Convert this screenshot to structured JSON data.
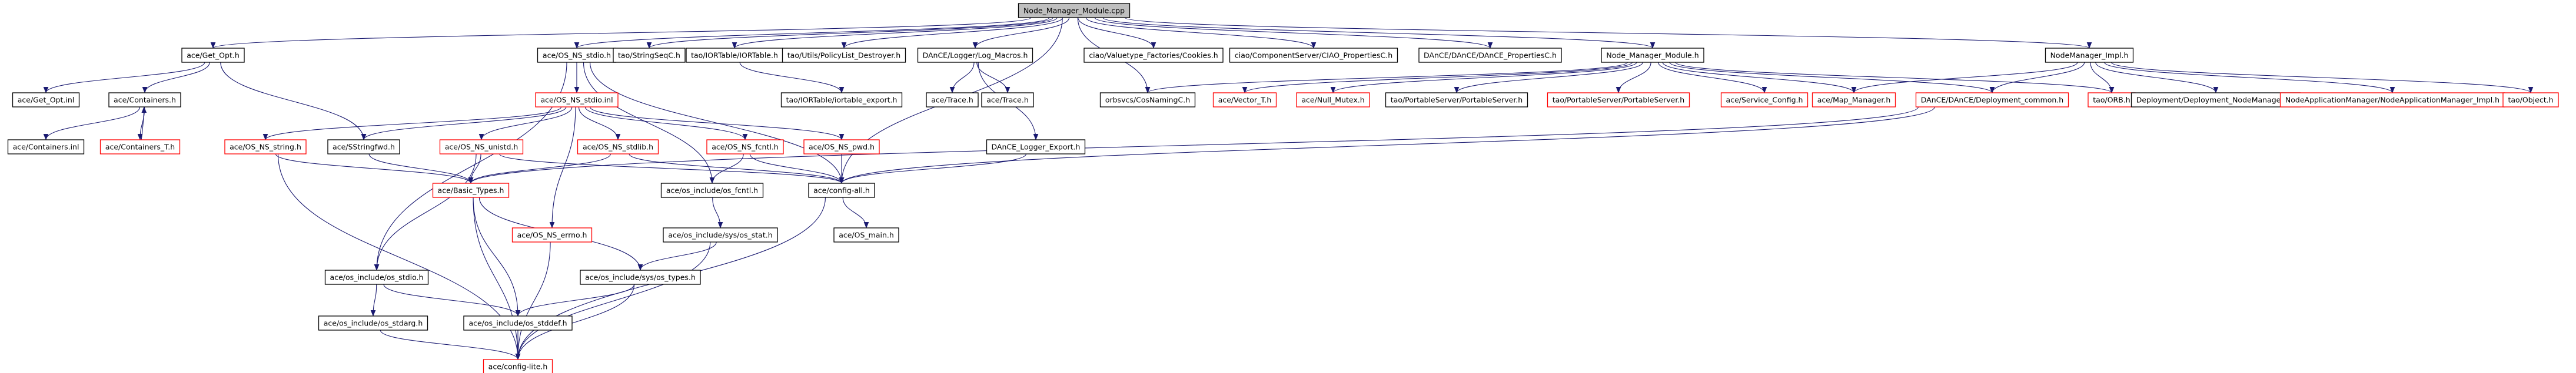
{
  "colors": {
    "root_fill": "#bfbfbf",
    "node_fill": "#ffffff",
    "normal_border": "#000000",
    "truncated_border": "#ff0000",
    "edge": "#191970"
  },
  "root": {
    "id": "root",
    "label": "Node_Manager_Module.cpp"
  },
  "nodes": [
    {
      "id": "get_opt_h",
      "label": "ace/Get_Opt.h"
    },
    {
      "id": "get_opt_inl",
      "label": "ace/Get_Opt.inl"
    },
    {
      "id": "containers_h",
      "label": "ace/Containers.h"
    },
    {
      "id": "containers_inl",
      "label": "ace/Containers.inl"
    },
    {
      "id": "containers_t_h",
      "label": "ace/Containers_T.h",
      "truncated": true
    },
    {
      "id": "os_ns_stdio_h",
      "label": "ace/OS_NS_stdio.h"
    },
    {
      "id": "os_ns_stdio_inl",
      "label": "ace/OS_NS_stdio.inl",
      "truncated": true
    },
    {
      "id": "os_ns_string_h",
      "label": "ace/OS_NS_string.h",
      "truncated": true
    },
    {
      "id": "sstringfwd_h",
      "label": "ace/SStringfwd.h"
    },
    {
      "id": "os_ns_unistd_h",
      "label": "ace/OS_NS_unistd.h",
      "truncated": true
    },
    {
      "id": "os_ns_stdlib_h",
      "label": "ace/OS_NS_stdlib.h",
      "truncated": true
    },
    {
      "id": "os_ns_fcntl_h",
      "label": "ace/OS_NS_fcntl.h",
      "truncated": true
    },
    {
      "id": "os_ns_pwd_h",
      "label": "ace/OS_NS_pwd.h",
      "truncated": true
    },
    {
      "id": "basic_types_h",
      "label": "ace/Basic_Types.h",
      "truncated": true
    },
    {
      "id": "os_include_fcntl_h",
      "label": "ace/os_include/os_fcntl.h"
    },
    {
      "id": "config_all_h",
      "label": "ace/config-all.h"
    },
    {
      "id": "os_ns_errno_h",
      "label": "ace/OS_NS_errno.h",
      "truncated": true
    },
    {
      "id": "os_include_sys_stat_h",
      "label": "ace/os_include/sys/os_stat.h"
    },
    {
      "id": "os_main_h",
      "label": "ace/OS_main.h"
    },
    {
      "id": "os_include_stdio_h",
      "label": "ace/os_include/os_stdio.h"
    },
    {
      "id": "os_include_sys_types_h",
      "label": "ace/os_include/sys/os_types.h"
    },
    {
      "id": "os_include_stdarg_h",
      "label": "ace/os_include/os_stdarg.h"
    },
    {
      "id": "os_include_stddef_h",
      "label": "ace/os_include/os_stddef.h"
    },
    {
      "id": "config_lite_h",
      "label": "ace/config-lite.h",
      "truncated": true
    },
    {
      "id": "stringseqc_h",
      "label": "tao/StringSeqC.h"
    },
    {
      "id": "iortable_h",
      "label": "tao/IORTable/IORTable.h"
    },
    {
      "id": "iortable_export_h",
      "label": "tao/IORTable/iortable_export.h"
    },
    {
      "id": "policylist_destroyer_h",
      "label": "tao/Utils/PolicyList_Destroyer.h"
    },
    {
      "id": "log_macros_h",
      "label": "DAnCE/Logger/Log_Macros.h"
    },
    {
      "id": "ace_trace_h",
      "label": "ace/Trace.h"
    },
    {
      "id": "dance_trace_h",
      "label": "ace/Trace.h"
    },
    {
      "id": "dance_logger_export_h",
      "label": "DAnCE_Logger_Export.h"
    },
    {
      "id": "cookies_h",
      "label": "ciao/Valuetype_Factories/Cookies.h"
    },
    {
      "id": "ciao_propertiesc_h",
      "label": "ciao/ComponentServer/CIAO_PropertiesC.h"
    },
    {
      "id": "dance_propertiesc_h",
      "label": "DAnCE/DAnCE/DAnCE_PropertiesC.h"
    },
    {
      "id": "node_manager_module_h",
      "label": "Node_Manager_Module.h"
    },
    {
      "id": "cosnamingc_h",
      "label": "orbsvcs/CosNamingC.h"
    },
    {
      "id": "vector_t_h",
      "label": "ace/Vector_T.h",
      "truncated": true
    },
    {
      "id": "null_mutex_h",
      "label": "ace/Null_Mutex.h",
      "truncated": true
    },
    {
      "id": "portableserver_h",
      "label": "tao/PortableServer/PortableServer.h"
    },
    {
      "id": "portableserver_h_2",
      "label": "tao/PortableServer/PortableServer.h",
      "truncated": true
    },
    {
      "id": "service_config_h",
      "label": "ace/Service_Config.h",
      "truncated": true
    },
    {
      "id": "map_manager_h",
      "label": "ace/Map_Manager.h",
      "truncated": true
    },
    {
      "id": "deployment_common_h",
      "label": "DAnCE/DAnCE/Deployment_common.h",
      "truncated": true
    },
    {
      "id": "orb_h",
      "label": "tao/ORB.h",
      "truncated": true
    },
    {
      "id": "nodemanager_impl_h",
      "label": "NodeManager_Impl.h"
    },
    {
      "id": "deployment_nodemanagers_h",
      "label": "Deployment/Deployment_NodeManagerS.h"
    },
    {
      "id": "nodeappmgr_impl_h",
      "label": "NodeApplicationManager/NodeApplicationManager_Impl.h",
      "truncated": true
    },
    {
      "id": "object_h",
      "label": "tao/Object.h",
      "truncated": true
    }
  ],
  "edges": [
    [
      "root",
      "get_opt_h"
    ],
    [
      "root",
      "os_ns_stdio_h"
    ],
    [
      "root",
      "stringseqc_h"
    ],
    [
      "root",
      "iortable_h"
    ],
    [
      "root",
      "policylist_destroyer_h"
    ],
    [
      "root",
      "log_macros_h"
    ],
    [
      "root",
      "cookies_h"
    ],
    [
      "root",
      "ciao_propertiesc_h"
    ],
    [
      "root",
      "dance_propertiesc_h"
    ],
    [
      "root",
      "node_manager_module_h"
    ],
    [
      "root",
      "nodemanager_impl_h"
    ],
    [
      "root",
      "cosnamingc_h"
    ],
    [
      "root",
      "config_all_h"
    ],
    [
      "get_opt_h",
      "get_opt_inl"
    ],
    [
      "get_opt_h",
      "containers_h"
    ],
    [
      "get_opt_h",
      "sstringfwd_h"
    ],
    [
      "containers_h",
      "containers_inl"
    ],
    [
      "containers_h",
      "containers_t_h"
    ],
    [
      "containers_t_h",
      "containers_h"
    ],
    [
      "os_ns_stdio_h",
      "os_ns_stdio_inl"
    ],
    [
      "os_ns_stdio_h",
      "os_include_stdio_h"
    ],
    [
      "os_ns_stdio_h",
      "os_include_fcntl_h"
    ],
    [
      "os_ns_stdio_h",
      "config_all_h"
    ],
    [
      "os_ns_stdio_inl",
      "os_ns_string_h"
    ],
    [
      "os_ns_stdio_inl",
      "os_ns_unistd_h"
    ],
    [
      "os_ns_stdio_inl",
      "os_ns_stdlib_h"
    ],
    [
      "os_ns_stdio_inl",
      "os_ns_fcntl_h"
    ],
    [
      "os_ns_stdio_inl",
      "os_ns_pwd_h"
    ],
    [
      "os_ns_stdio_inl",
      "os_ns_errno_h"
    ],
    [
      "os_ns_stdio_inl",
      "sstringfwd_h"
    ],
    [
      "os_ns_string_h",
      "basic_types_h"
    ],
    [
      "os_ns_string_h",
      "config_lite_h"
    ],
    [
      "os_ns_unistd_h",
      "basic_types_h"
    ],
    [
      "os_ns_unistd_h",
      "os_include_stdio_h"
    ],
    [
      "os_ns_unistd_h",
      "config_all_h"
    ],
    [
      "os_ns_stdlib_h",
      "basic_types_h"
    ],
    [
      "os_ns_stdlib_h",
      "config_all_h"
    ],
    [
      "os_ns_fcntl_h",
      "os_include_fcntl_h"
    ],
    [
      "os_ns_fcntl_h",
      "config_all_h"
    ],
    [
      "os_ns_pwd_h",
      "config_all_h"
    ],
    [
      "sstringfwd_h",
      "basic_types_h"
    ],
    [
      "basic_types_h",
      "config_lite_h"
    ],
    [
      "basic_types_h",
      "os_include_sys_types_h"
    ],
    [
      "basic_types_h",
      "os_include_stddef_h"
    ],
    [
      "os_include_fcntl_h",
      "os_include_sys_stat_h"
    ],
    [
      "os_include_sys_stat_h",
      "os_include_sys_types_h"
    ],
    [
      "os_include_sys_stat_h",
      "config_lite_h"
    ],
    [
      "config_all_h",
      "os_main_h"
    ],
    [
      "config_all_h",
      "config_lite_h"
    ],
    [
      "os_ns_errno_h",
      "config_lite_h"
    ],
    [
      "os_include_stdio_h",
      "os_include_stdarg_h"
    ],
    [
      "os_include_stdio_h",
      "os_include_stddef_h"
    ],
    [
      "os_include_stdarg_h",
      "config_lite_h"
    ],
    [
      "os_include_sys_types_h",
      "os_include_stddef_h"
    ],
    [
      "os_include_sys_types_h",
      "config_lite_h"
    ],
    [
      "os_include_stddef_h",
      "config_lite_h"
    ],
    [
      "iortable_h",
      "iortable_export_h"
    ],
    [
      "log_macros_h",
      "ace_trace_h"
    ],
    [
      "log_macros_h",
      "dance_trace_h"
    ],
    [
      "log_macros_h",
      "dance_logger_export_h"
    ],
    [
      "dance_logger_export_h",
      "config_all_h"
    ],
    [
      "node_manager_module_h",
      "cosnamingc_h"
    ],
    [
      "node_manager_module_h",
      "vector_t_h"
    ],
    [
      "node_manager_module_h",
      "null_mutex_h"
    ],
    [
      "node_manager_module_h",
      "portableserver_h"
    ],
    [
      "node_manager_module_h",
      "portableserver_h_2"
    ],
    [
      "node_manager_module_h",
      "service_config_h"
    ],
    [
      "node_manager_module_h",
      "map_manager_h"
    ],
    [
      "node_manager_module_h",
      "deployment_common_h"
    ],
    [
      "node_manager_module_h",
      "orb_h"
    ],
    [
      "nodemanager_impl_h",
      "map_manager_h"
    ],
    [
      "nodemanager_impl_h",
      "deployment_common_h"
    ],
    [
      "nodemanager_impl_h",
      "orb_h"
    ],
    [
      "nodemanager_impl_h",
      "deployment_nodemanagers_h"
    ],
    [
      "nodemanager_impl_h",
      "nodeappmgr_impl_h"
    ],
    [
      "nodemanager_impl_h",
      "object_h"
    ],
    [
      "deployment_common_h",
      "basic_types_h"
    ],
    [
      "deployment_common_h",
      "config_all_h"
    ]
  ]
}
